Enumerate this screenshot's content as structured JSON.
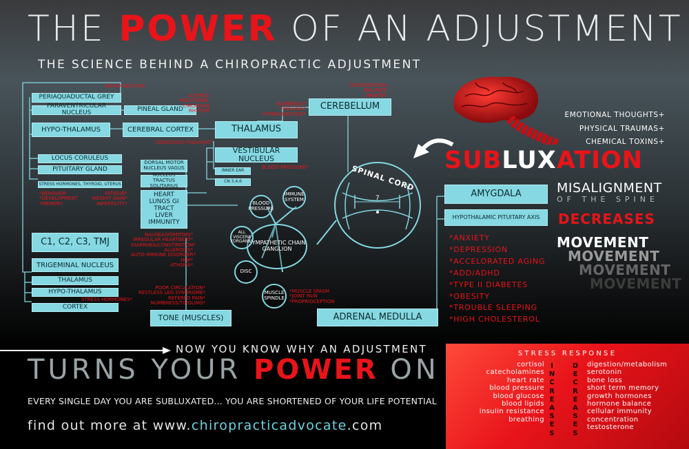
{
  "title": {
    "pre": "THE",
    "power": "POWER",
    "post": "OF AN ADJUSTMENT"
  },
  "subtitle": "THE SCIENCE BEHIND A CHIROPRACTIC ADJUSTMENT",
  "diagram": {
    "periaquaductal": "PERIAQUADUCTAL GREY",
    "paraventricular": "PARAVENTRICULAR NUCLEUS",
    "pineal": "PINEAL GLAND",
    "hypothalamus": "HYPO-THALAMUS",
    "cortex": "CEREBRAL CORTEX",
    "thalamus": "THALAMUS",
    "cerebellum": "CEREBELLUM",
    "vestibular": "VESTIBULAR NUCLEUS",
    "locus": "LOCUS CORULEUS",
    "pituitary": "PITUITARY GLAND",
    "stress_hormones": "STRESS HORMONES, THYROID, UTERUS",
    "dorsal_motor": "DORSAL MOTOR NUCLEUS VAGUS",
    "nucleus_tractus": "NUCLEUS TRACTUS SOLITARIUS",
    "organs": "HEART LUNGS GI TRACT LIVER IMMUNITY",
    "inner_ear": "INNER EAR",
    "cn": "CN 3,4,6",
    "c1": "C1, C2, C3, TMJ",
    "trigeminal": "TRIGEMINAL NUCLEUS",
    "thalamus2": "THALAMUS",
    "hypothalamus2": "HYPO-THALAMUS",
    "cortex2": "CORTEX",
    "tone": "TONE (MUSCLES)",
    "amygdala": "AMYGDALA",
    "hpa": "HYPOTHALAMIC PITUITARY AXIS",
    "adrenal": "ADRENAL MEDULLA",
    "spinal_cord": "SPINAL CORD",
    "vertebra_number": "7",
    "sympathetic": "SYMPATHETIC CHAIN GANGLION",
    "blood_pressure": "BLOOD PRESSURE",
    "immune_system": "IMMUNE SYSTEM",
    "all_viscera": "ALL VISCERA (ORGANS)",
    "disc": "DISC",
    "muscle_spindle": "MUSCLE SPINDLE"
  },
  "red_notes": {
    "top": "INCREASED PAIN",
    "melatonin": "ALTERED MELATONIN, CIRCADIAN RHYTHM",
    "numbness": "NUMBNESS* TINGLING* HYPERSENSITIVE*",
    "coordination": "COORDINATION BALANCE MEMORY",
    "conscious": "CONSCIOUS THOUGHT*",
    "blood_pressure": "BLOOD PRESSURE*",
    "behavior_list": "*BEHAVIOR\n*DEVELOPMENT\n*MEMORY",
    "fatigue_list": "FATIGUE*\nWEIGHT GAIN*\nINFERTILITY*",
    "organ_symptoms": "NAUSEA/VOMITING*\nIRREGULAR HEARTBEAT*\nDIARRHEA/CONSTIPATION*\nALLERGIES*\nAUTO-IMMUNE DISORDER*\nHBP*\nATHSMA*",
    "stress_hormones": "STRESS HORMONES*",
    "circulation": "POOR CIRCULATION*\nRESTLESS LEG SYNDROME*\nREFERED PAIN*\nNUMBNESS/TINGLING*",
    "spindle": "*MUSCLE SPASM\n*JOINT PAIN\n*PROPRIOCEPTION"
  },
  "conditions": [
    "*ANXIETY",
    "*DEPRESSION",
    "*ACCELORATED AGING",
    "*ADD/ADHD",
    "*TYPE II DIABETES",
    "*OBESITY",
    "*TROUBLE SLEEPING",
    "*HIGH CHOLESTEROL"
  ],
  "causes": [
    "EMOTIONAL THOUGHTS+",
    "PHYSICAL TRAUMAS+",
    "CHEMICAL TOXINS+"
  ],
  "subluxation": {
    "sub": "SUB",
    "lux": "LUX",
    "ation": "ATION"
  },
  "misalignment": "MISALIGNMENT",
  "of_the_spine": "OF THE SPINE",
  "decreases": "DECREASES",
  "movement": [
    "MOVEMENT",
    "MOVEMENT",
    "MOVEMENT",
    "MOVEMENT"
  ],
  "now_you_know": "NOW YOU KNOW WHY AN ADJUSTMENT",
  "turns": {
    "pre": "TURNS YOUR",
    "power": "POWER",
    "post": "ON"
  },
  "every_day": "EVERY SINGLE DAY YOU ARE SUBLUXATED... YOU ARE SHORTENED OF YOUR LIFE POTENTIAL",
  "find": {
    "pre": "find out more at www.",
    "site": "chiropracticadvocate",
    "post": ".com"
  },
  "stress_response": {
    "title": "STRESS RESPONSE",
    "increases_label": "INCREASES",
    "decreases_label": "DECREASES",
    "increases": [
      "cortisol",
      "catecholamines",
      "heart rate",
      "blood pressure",
      "blood glucose",
      "blood lipids",
      "insulin resistance",
      "breathing"
    ],
    "decreases": [
      "digestion/metabolism",
      "serotonin",
      "bone loss",
      "short term memory",
      "growth hormones",
      "hormone balance",
      "cellular immunity",
      "concentration",
      "testosterone"
    ]
  },
  "colors": {
    "accent_red": "#e8141a",
    "box_cyan": "#86d8e2",
    "link_cyan": "#6fd2df"
  }
}
